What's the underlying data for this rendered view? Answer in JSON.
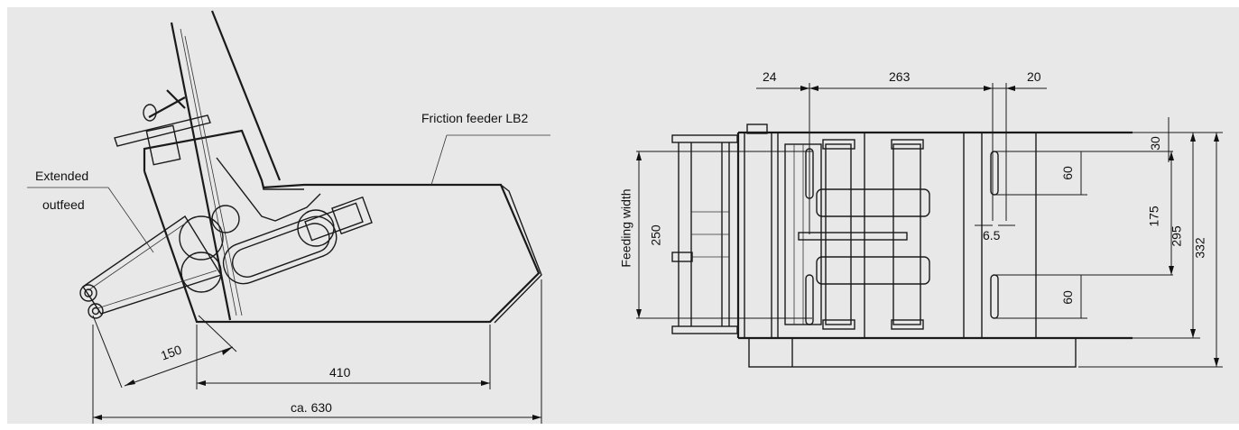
{
  "labels": {
    "friction_feeder": "Friction feeder LB2",
    "extended_line1": "Extended",
    "extended_line2": "outfeed",
    "feeding_width": "Feeding width"
  },
  "side_view_dims": {
    "d150": "150",
    "d410": "410",
    "d630": "ca. 630"
  },
  "top_view_dims": {
    "d24": "24",
    "d263": "263",
    "d20": "20",
    "d30": "30",
    "d60a": "60",
    "d60b": "60",
    "d175": "175",
    "d295": "295",
    "d332": "332",
    "d250": "250",
    "d6_5": "6.5"
  },
  "colors": {
    "panel_bg": "#e8e8e8",
    "line": "#1a1a1a"
  }
}
